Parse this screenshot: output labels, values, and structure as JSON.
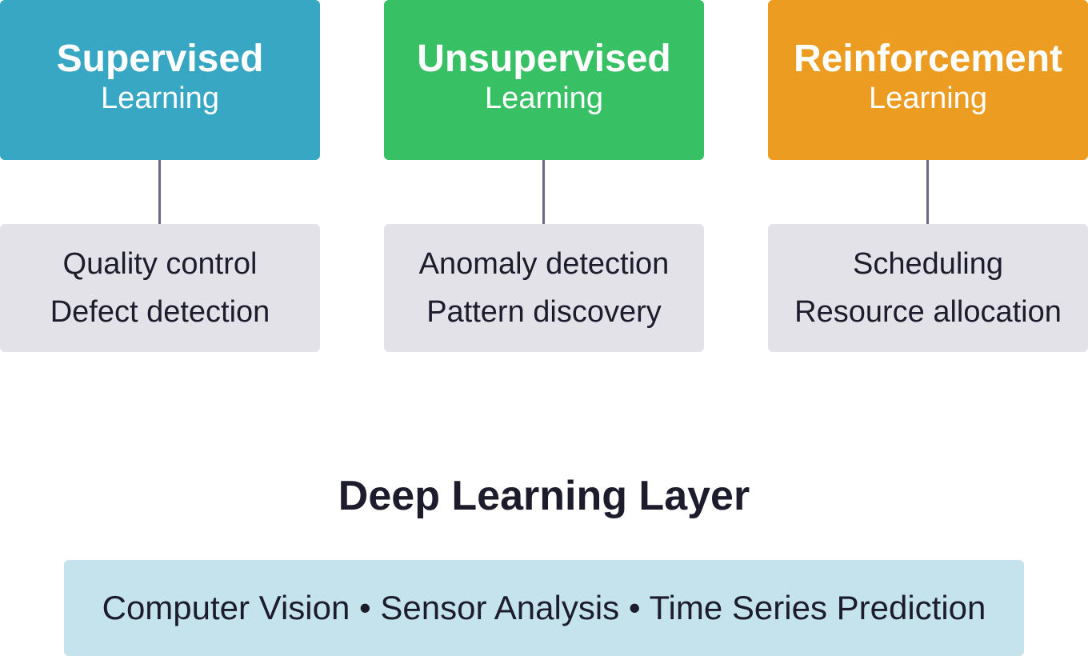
{
  "categories": [
    {
      "title": "Supervised",
      "subtitle": "Learning",
      "color": "#38a7c3",
      "applications": [
        "Quality control",
        "Defect detection"
      ]
    },
    {
      "title": "Unsupervised",
      "subtitle": "Learning",
      "color": "#37c064",
      "applications": [
        "Anomaly detection",
        "Pattern discovery"
      ]
    },
    {
      "title": "Reinforcement",
      "subtitle": "Learning",
      "color": "#ec9c21",
      "applications": [
        "Scheduling",
        "Resource allocation"
      ]
    }
  ],
  "deep_layer": {
    "title": "Deep Learning Layer",
    "items": "Computer Vision • Sensor Analysis • Time Series Prediction",
    "color": "#c4e3ec"
  },
  "connector_color": "#6e6888",
  "application_box_color": "#e2e2e8"
}
